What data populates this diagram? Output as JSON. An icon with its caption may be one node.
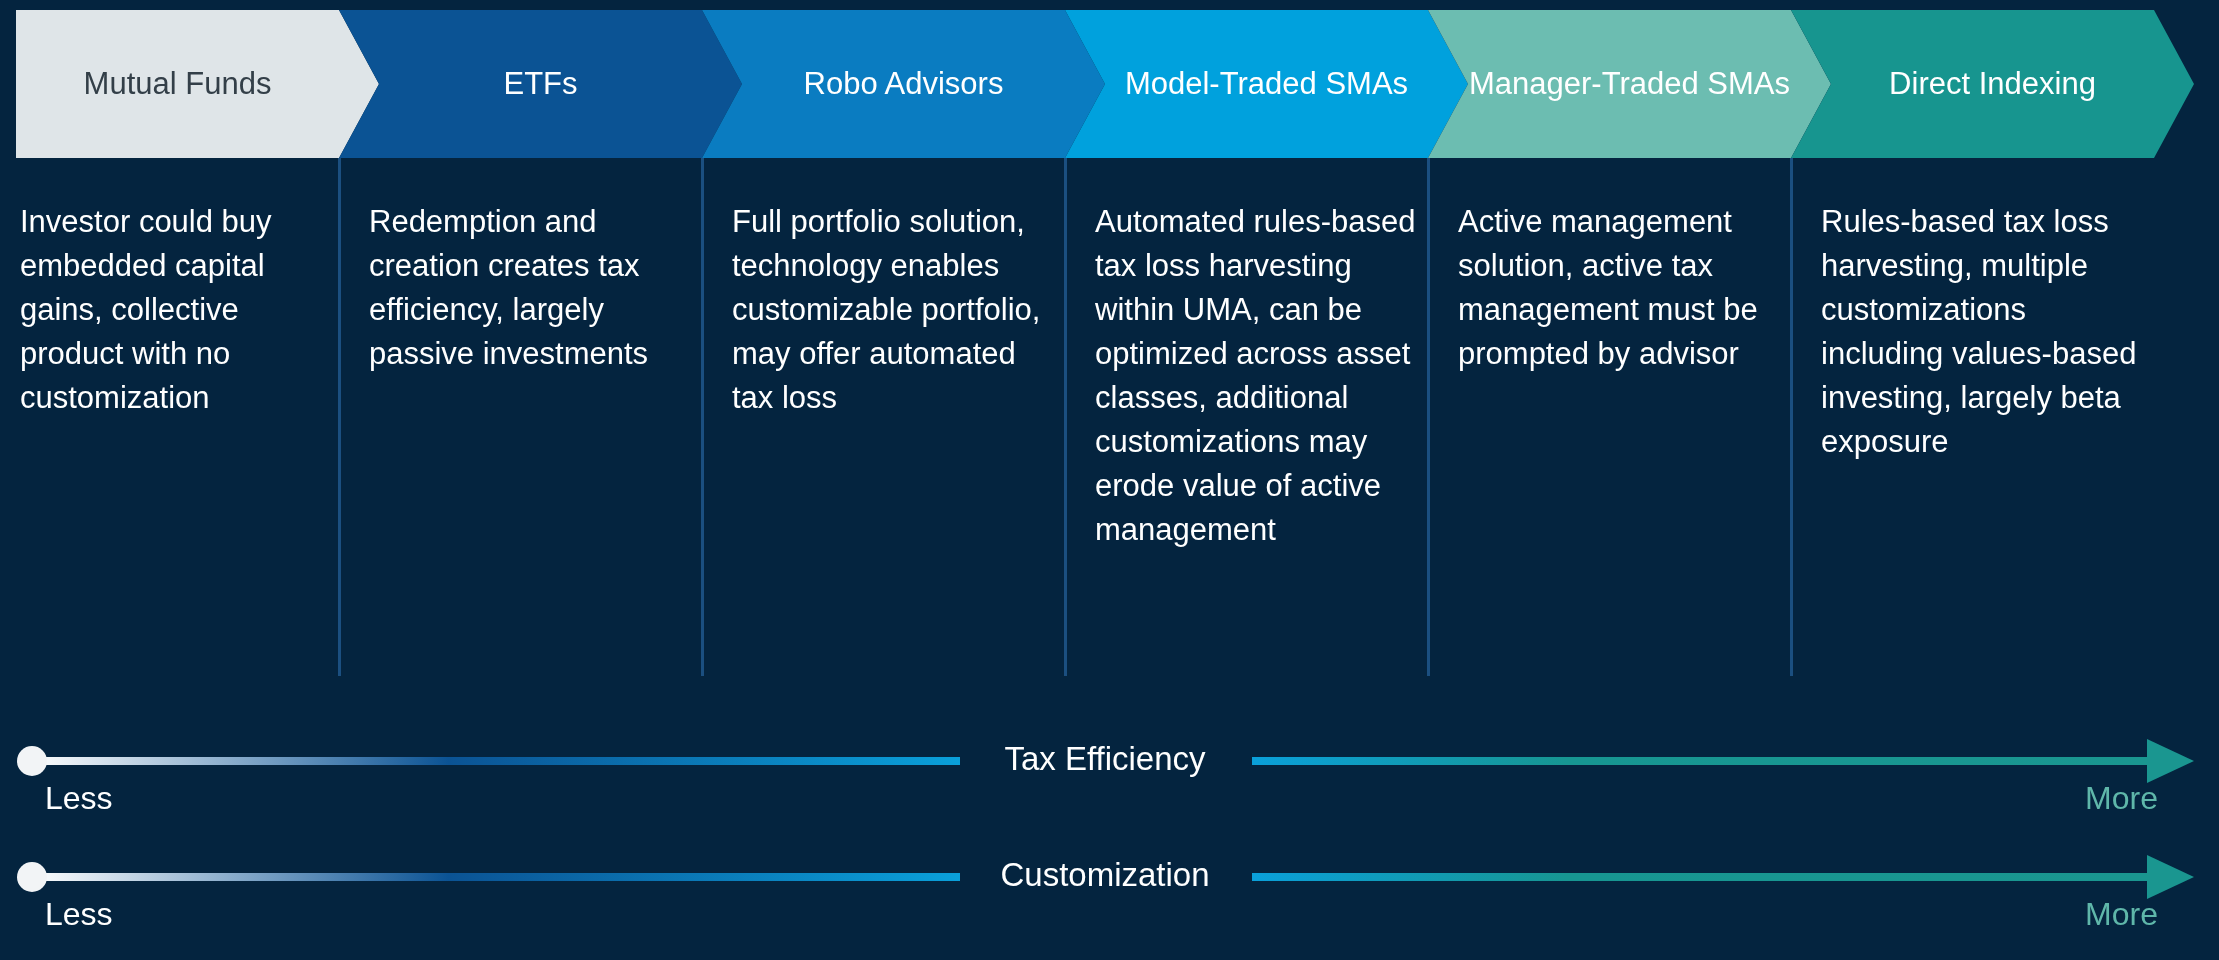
{
  "diagram": {
    "nodes": [
      {
        "text": [
          "Mutual Funds"
        ],
        "beside": [
          "Investor could buy embedded capital gains, collective product with no customization"
        ]
      },
      {
        "text": [
          "ETFs"
        ],
        "beside": [
          "Redemption and creation creates tax efficiency, largely passive investments"
        ]
      },
      {
        "text": [
          "Robo Advisors"
        ],
        "beside": [
          "Full portfolio solution, technology enables customizable portfolio, may offer automated tax loss"
        ]
      },
      {
        "text": [
          "Model-Traded SMAs"
        ],
        "beside": [
          "Automated rules-based tax loss harvesting within UMA, can be optimized across asset classes, additional customizations may erode value of active management"
        ]
      },
      {
        "text": [
          "Manager-Traded SMAs"
        ],
        "beside": [
          "Active management solution, active tax management must be prompted by advisor"
        ]
      },
      {
        "text": [
          "Direct Indexing"
        ],
        "beside": [
          "Rules-based tax loss harvesting, multiple customizations including values-based investing, largely beta exposure"
        ]
      }
    ],
    "labels": [
      "Tax Efficiency",
      "Less",
      "More",
      "Customization",
      "Less",
      "More"
    ]
  }
}
